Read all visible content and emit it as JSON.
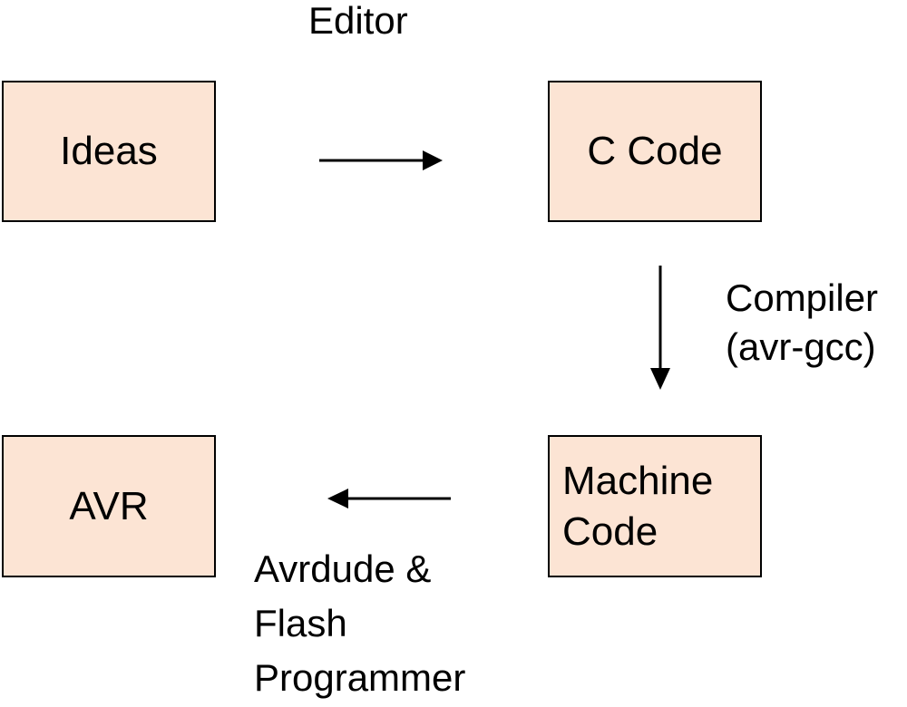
{
  "nodes": {
    "ideas": "Ideas",
    "c_code": "C Code",
    "machine_code_line1": "Machine",
    "machine_code_line2": "Code",
    "avr": "AVR"
  },
  "edges": {
    "editor": "Editor",
    "compiler_line1": "Compiler",
    "compiler_line2": "(avr-gcc)",
    "avrdude_line1": "Avrdude &",
    "avrdude_line2": "Flash",
    "avrdude_line3": "Programmer"
  },
  "colors": {
    "box_fill": "#fce4d4",
    "stroke": "#000000"
  }
}
